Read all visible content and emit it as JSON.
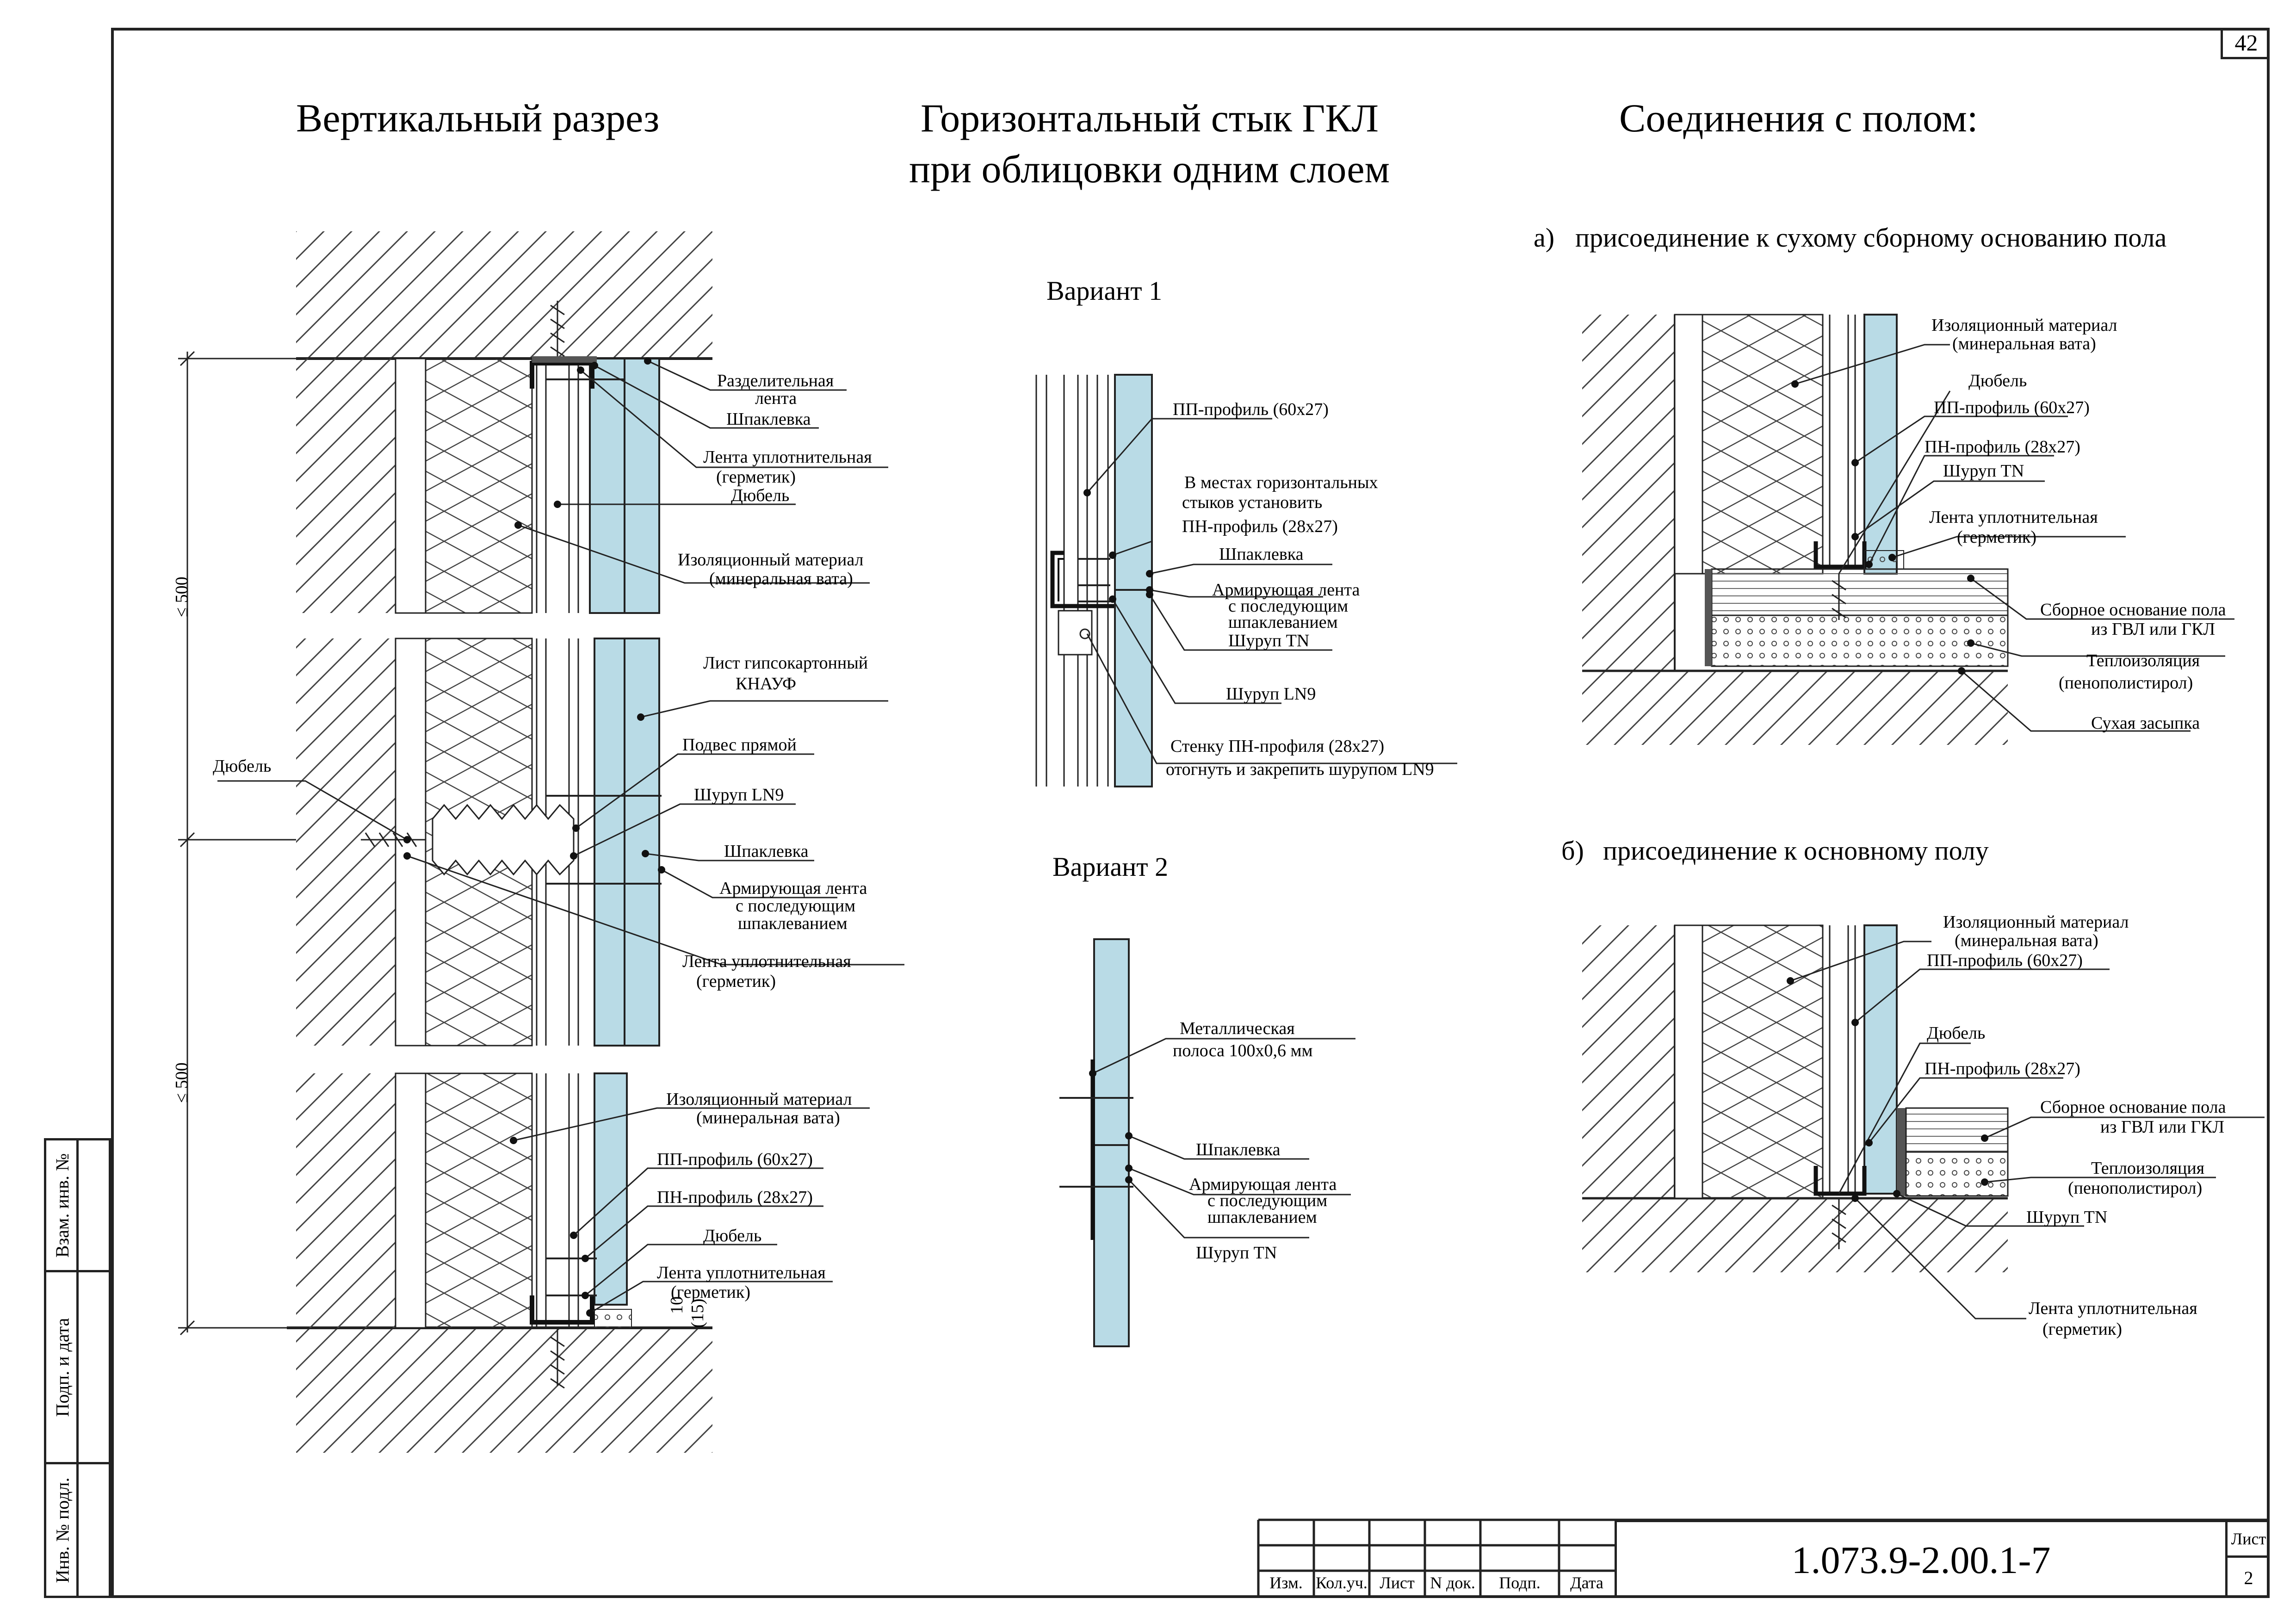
{
  "sheet_corner_number": "42",
  "titles": {
    "vertical_section": "Вертикальный разрез",
    "horizontal_joint_line1": "Горизонтальный стык ГКЛ",
    "horizontal_joint_line2": "при облицовки одним слоем",
    "floor_connections": "Соединения с полом:"
  },
  "subtitles": {
    "variant1": "Вариант 1",
    "variant2": "Вариант 2",
    "floor_a_marker": "а)",
    "floor_a": "присоединение к сухому сборному основанию пола",
    "floor_b_marker": "б)",
    "floor_b": "присоединение к основному полу"
  },
  "vertical_section_labels": {
    "dim_1": "≤ 500",
    "dim_2": "≤ 500",
    "dim_bottom_1": "10",
    "dim_bottom_2": "(15)",
    "sep_tape_1": "Разделительная",
    "sep_tape_2": "лента",
    "putty_top": "Шпаклевка",
    "seal_tape_top_1": "Лента уплотнительная",
    "seal_tape_top_2": "(герметик)",
    "dowel_top": "Дюбель",
    "insulation_top_1": "Изоляционный материал",
    "insulation_top_2": "(минеральная вата)",
    "gkl_1": "Лист гипсокартонный",
    "gkl_2": "КНАУФ",
    "dowel_left": "Дюбель",
    "hanger": "Подвес прямой",
    "screw_ln9": "Шуруп LN9",
    "putty_mid": "Шпаклевка",
    "reinf_tape_1": "Армирующая лента",
    "reinf_tape_2": "с последующим",
    "reinf_tape_3": "шпаклеванием",
    "seal_tape_mid_1": "Лента уплотнительная",
    "seal_tape_mid_2": "(герметик)",
    "insulation_bot_1": "Изоляционный материал",
    "insulation_bot_2": "(минеральная вата)",
    "pp_profile": "ПП-профиль (60х27)",
    "pn_profile": "ПН-профиль (28х27)",
    "dowel_bot": "Дюбель",
    "seal_tape_bot_1": "Лента уплотнительная",
    "seal_tape_bot_2": "(герметик)"
  },
  "variant1_labels": {
    "pp_profile": "ПП-профиль (60х27)",
    "horiz_1": "В местах горизонтальных",
    "horiz_2": "стыков установить",
    "horiz_3": "ПН-профиль (28х27)",
    "putty": "Шпаклевка",
    "reinf_1": "Армирующая лента",
    "reinf_2": "с последующим",
    "reinf_3": "шпаклеванием",
    "screw_tn": "Шуруп TN",
    "screw_ln9": "Шуруп LN9",
    "bend_1": "Стенку ПН-профиля (28х27)",
    "bend_2": "отогнуть и закрепить шурупом LN9"
  },
  "variant2_labels": {
    "strip_1": "Металлическая",
    "strip_2": "полоса 100х0,6 мм",
    "putty": "Шпаклевка",
    "reinf_1": "Армирующая лента",
    "reinf_2": "с последующим",
    "reinf_3": "шпаклеванием",
    "screw_tn": "Шуруп TN"
  },
  "floor_a_labels": {
    "insulation_1": "Изоляционный материал",
    "insulation_2": "(минеральная вата)",
    "dowel": "Дюбель",
    "pp_profile": "ПП-профиль (60х27)",
    "pn_profile": "ПН-профиль (28х27)",
    "screw_tn": "Шуруп TN",
    "seal_1": "Лента уплотнительная",
    "seal_2": "(герметик)",
    "base_1": "Сборное основание пола",
    "base_2": "из ГВЛ или ГКЛ",
    "thermal_1": "Теплоизоляция",
    "thermal_2": "(пенополистирол)",
    "dry_fill": "Сухая засыпка"
  },
  "floor_b_labels": {
    "insulation_1": "Изоляционный материал",
    "insulation_2": "(минеральная вата)",
    "pp_profile": "ПП-профиль (60х27)",
    "dowel": "Дюбель",
    "pn_profile": "ПН-профиль (28х27)",
    "base_1": "Сборное основание пола",
    "base_2": "из ГВЛ или ГКЛ",
    "thermal_1": "Теплоизоляция",
    "thermal_2": "(пенополистирол)",
    "screw_tn": "Шуруп TN",
    "seal_1": "Лента уплотнительная",
    "seal_2": "(герметик)"
  },
  "side_stamp": {
    "swap_inv": "Взам. инв. №",
    "sign_date": "Подп. и дата",
    "inv_orig": "Инв. № подл."
  },
  "title_block": {
    "headers": [
      "Изм.",
      "Кол.уч.",
      "Лист",
      "N док.",
      "Подп.",
      "Дата"
    ],
    "code": "1.073.9-2.00.1-7",
    "sheet_label": "Лист",
    "sheet_value": "2"
  },
  "colors": {
    "gkl_fill": "#b9dbe6",
    "line": "#222222",
    "hatch": "#444444"
  }
}
